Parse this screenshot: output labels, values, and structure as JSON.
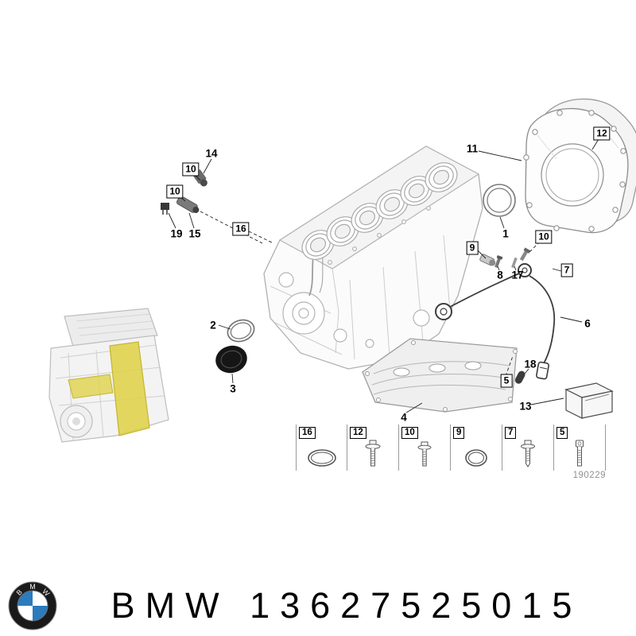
{
  "diagram": {
    "code": "190229",
    "callouts": [
      {
        "label": "14",
        "boxed": false
      },
      {
        "label": "10",
        "boxed": true
      },
      {
        "label": "10",
        "boxed": true
      },
      {
        "label": "19",
        "boxed": false
      },
      {
        "label": "15",
        "boxed": false
      },
      {
        "label": "16",
        "boxed": true
      },
      {
        "label": "11",
        "boxed": false
      },
      {
        "label": "12",
        "boxed": true
      },
      {
        "label": "1",
        "boxed": false
      },
      {
        "label": "10",
        "boxed": true
      },
      {
        "label": "9",
        "boxed": true
      },
      {
        "label": "8",
        "boxed": false
      },
      {
        "label": "17",
        "boxed": false
      },
      {
        "label": "7",
        "boxed": true
      },
      {
        "label": "6",
        "boxed": false
      },
      {
        "label": "2",
        "boxed": false
      },
      {
        "label": "3",
        "boxed": false
      },
      {
        "label": "4",
        "boxed": false
      },
      {
        "label": "5",
        "boxed": true
      },
      {
        "label": "18",
        "boxed": false
      },
      {
        "label": "13",
        "boxed": false
      }
    ],
    "fastener_strip": [
      {
        "label": "16",
        "item": "o-ring-large"
      },
      {
        "label": "12",
        "item": "flange-bolt"
      },
      {
        "label": "10",
        "item": "flange-bolt"
      },
      {
        "label": "9",
        "item": "o-ring-small"
      },
      {
        "label": "7",
        "item": "flange-bolt"
      },
      {
        "label": "5",
        "item": "socket-bolt"
      }
    ]
  },
  "colors": {
    "bmw_blue": "#2b7bbd",
    "highlight_yellow": "#dfd24a"
  },
  "footer": {
    "brand": "BMW",
    "part_number": "13627525015"
  },
  "logo": {
    "letters": "BMW"
  }
}
